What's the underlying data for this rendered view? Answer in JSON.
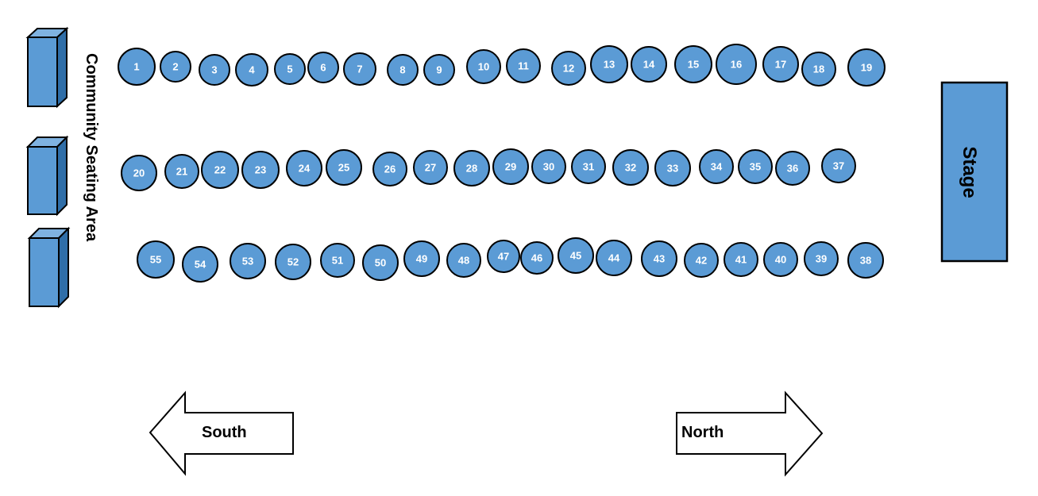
{
  "labels": {
    "community_seating": "Community Seating Area",
    "stage": "Stage",
    "south": "South",
    "north": "North"
  },
  "colors": {
    "fill": "#5b9bd5",
    "fill_dark": "#2f6ea8",
    "stroke": "#000000",
    "text": "#ffffff"
  },
  "seats": {
    "row1": [
      "1",
      "2",
      "3",
      "4",
      "5",
      "6",
      "7",
      "8",
      "9",
      "10",
      "11",
      "12",
      "13",
      "14",
      "15",
      "16",
      "17",
      "18",
      "19"
    ],
    "row2": [
      "20",
      "21",
      "22",
      "23",
      "24",
      "25",
      "26",
      "27",
      "28",
      "29",
      "30",
      "31",
      "32",
      "33",
      "34",
      "35",
      "36",
      "37"
    ],
    "row3": [
      "55",
      "54",
      "53",
      "52",
      "51",
      "50",
      "49",
      "48",
      "47",
      "46",
      "45",
      "44",
      "43",
      "42",
      "41",
      "40",
      "39",
      "38"
    ]
  }
}
